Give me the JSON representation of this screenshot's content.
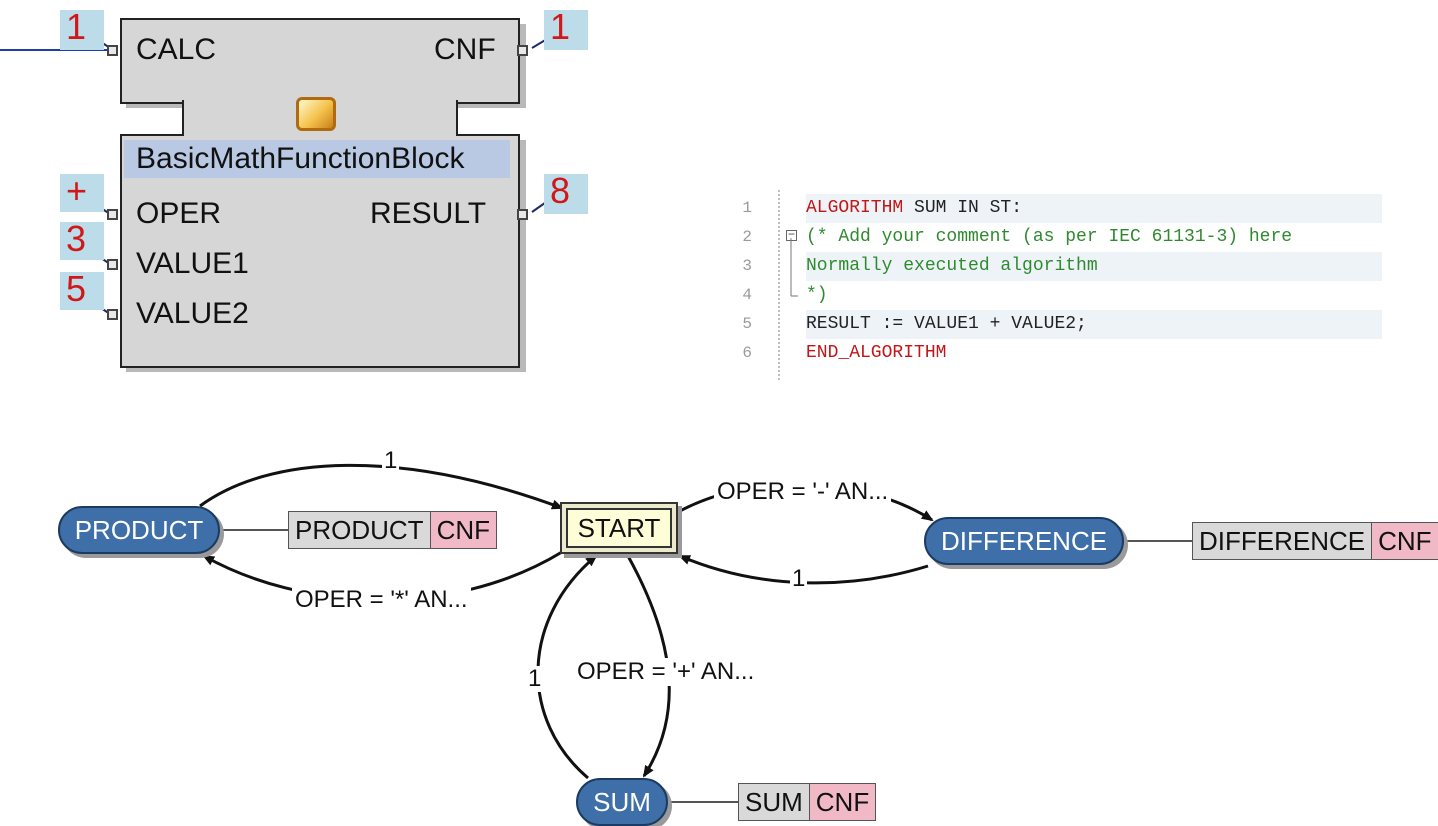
{
  "function_block": {
    "type_name": "BasicMathFunctionBlock",
    "event_inputs": [
      {
        "name": "CALC",
        "value": "1"
      }
    ],
    "event_outputs": [
      {
        "name": "CNF",
        "value": "1"
      }
    ],
    "data_inputs": [
      {
        "name": "OPER",
        "value": "+"
      },
      {
        "name": "VALUE1",
        "value": "3"
      },
      {
        "name": "VALUE2",
        "value": "5"
      }
    ],
    "data_outputs": [
      {
        "name": "RESULT",
        "value": "8"
      }
    ],
    "colors": {
      "body": "#d6d6d6",
      "title_bg": "#b9c9e3",
      "watch_value": "#d01818",
      "watch_bg": "#bcdcea"
    }
  },
  "code_editor": {
    "line_numbers": [
      "1",
      "2",
      "3",
      "4",
      "5",
      "6"
    ],
    "lines": [
      {
        "segments": [
          {
            "text": "ALGORITHM",
            "class": "kw"
          },
          {
            "text": " SUM IN ST:",
            "class": ""
          }
        ]
      },
      {
        "segments": [
          {
            "text": "(* Add your comment (as per IEC 61131-3) here",
            "class": "cm"
          }
        ]
      },
      {
        "segments": [
          {
            "text": "Normally executed algorithm",
            "class": "cm"
          }
        ]
      },
      {
        "segments": [
          {
            "text": "*)",
            "class": "cm"
          }
        ]
      },
      {
        "segments": [
          {
            "text": "RESULT := VALUE1 + VALUE2;",
            "class": ""
          }
        ]
      },
      {
        "segments": [
          {
            "text": "END_ALGORITHM",
            "class": "kw"
          }
        ]
      }
    ]
  },
  "ecc": {
    "start_state": "START",
    "states": [
      {
        "name": "PRODUCT",
        "algorithm": "PRODUCT",
        "event": "CNF"
      },
      {
        "name": "DIFFERENCE",
        "algorithm": "DIFFERENCE",
        "event": "CNF"
      },
      {
        "name": "SUM",
        "algorithm": "SUM",
        "event": "CNF"
      }
    ],
    "transitions": {
      "to_product": "OPER = '*' AN...",
      "to_difference": "OPER = '-' AN...",
      "to_sum": "OPER = '+' AN...",
      "return_condition": "1"
    },
    "colors": {
      "state": "#3e6fa8",
      "start": "#fdfdd8",
      "algorithm_bg": "#d9d9d9",
      "event_bg": "#f1b9c6"
    }
  }
}
